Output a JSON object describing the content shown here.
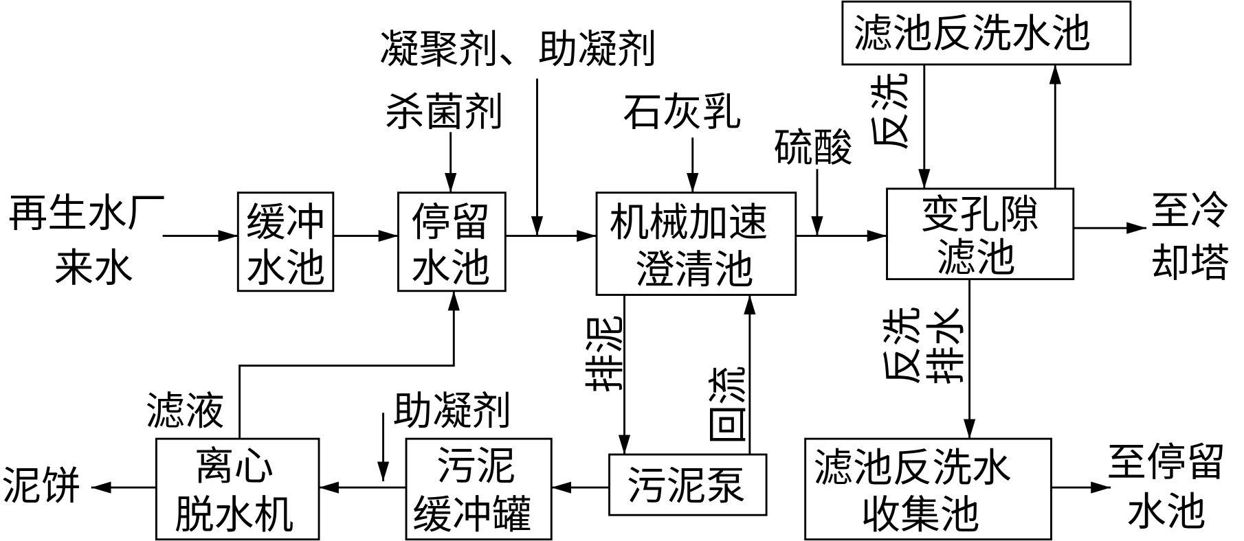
{
  "nodes": {
    "source": [
      "再生水厂",
      "来水"
    ],
    "buffer_tank": [
      "缓冲",
      "水池"
    ],
    "retention_tank": [
      "停留",
      "水池"
    ],
    "clarifier": [
      "机械加速",
      "澄清池"
    ],
    "filter": [
      "变孔隙",
      "滤池"
    ],
    "backwash_tank": [
      "滤池反洗水池"
    ],
    "to_cooling": [
      "至冷",
      "却塔"
    ],
    "centrifuge": [
      "离心",
      "脱水机"
    ],
    "sludge_buffer": [
      "污泥",
      "缓冲罐"
    ],
    "sludge_pump": [
      "污泥泵"
    ],
    "backwash_collect": [
      "滤池反洗水",
      "收集池"
    ],
    "to_retention": [
      "至停留",
      "水池"
    ],
    "cake": [
      "泥饼"
    ]
  },
  "labels": {
    "coagulant": "凝聚剂、助凝剂",
    "bactericide": "杀菌剂",
    "lime": "石灰乳",
    "acid": "硫酸",
    "backwash": "反洗",
    "sludge_discharge": "排泥",
    "reflux": "回流",
    "backwash_drain": [
      "反洗",
      "排水"
    ],
    "filtrate": "滤液",
    "coagulant_aid": "助凝剂"
  }
}
